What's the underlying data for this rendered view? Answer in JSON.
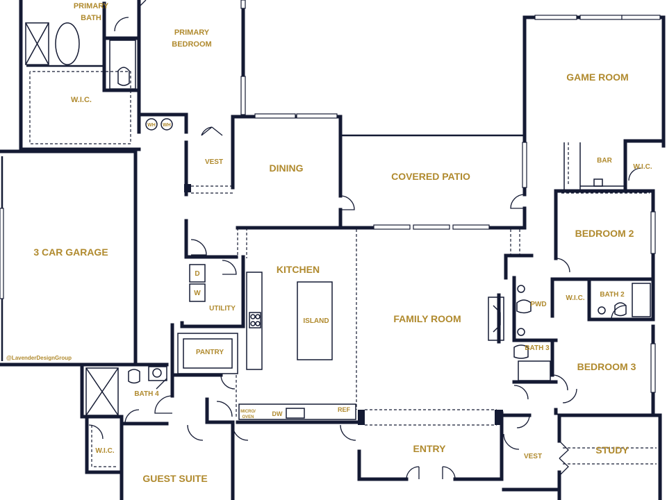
{
  "plan": {
    "credit": "@LavenderDesignGroup",
    "accent_color": "#b08a2e",
    "wall_color": "#141a33",
    "rooms": {
      "primary_bath": [
        "PRIMARY",
        "BATH"
      ],
      "primary_bedroom": [
        "PRIMARY",
        "BEDROOM"
      ],
      "wic_primary": "W.I.C.",
      "wh_1": "WH",
      "wh_2": "WH",
      "vest_top": "VEST",
      "dining": "DINING",
      "covered_patio": "COVERED PATIO",
      "game_room": "GAME ROOM",
      "bar": "BAR",
      "wic_game": "W.I.C.",
      "garage": "3 CAR GARAGE",
      "bedroom_2": "BEDROOM 2",
      "kitchen": "KITCHEN",
      "utility": "UTILITY",
      "dryer": "D",
      "washer": "W",
      "island": "ISLAND",
      "family_room": "FAMILY ROOM",
      "pwd": "PWD",
      "wic_bed2": "W.I.C.",
      "bath_2": "BATH 2",
      "pantry": "PANTRY",
      "bath_3": "BATH 3",
      "bedroom_3": "BEDROOM 3",
      "bath_4": "BATH 4",
      "micro_oven": [
        "MICRO/",
        "OVEN"
      ],
      "dw": "DW",
      "ref": "REF",
      "wic_guest": "W.I.C.",
      "entry": "ENTRY",
      "vest_bottom": "VEST",
      "study": "STUDY",
      "guest_suite": "GUEST SUITE"
    }
  }
}
